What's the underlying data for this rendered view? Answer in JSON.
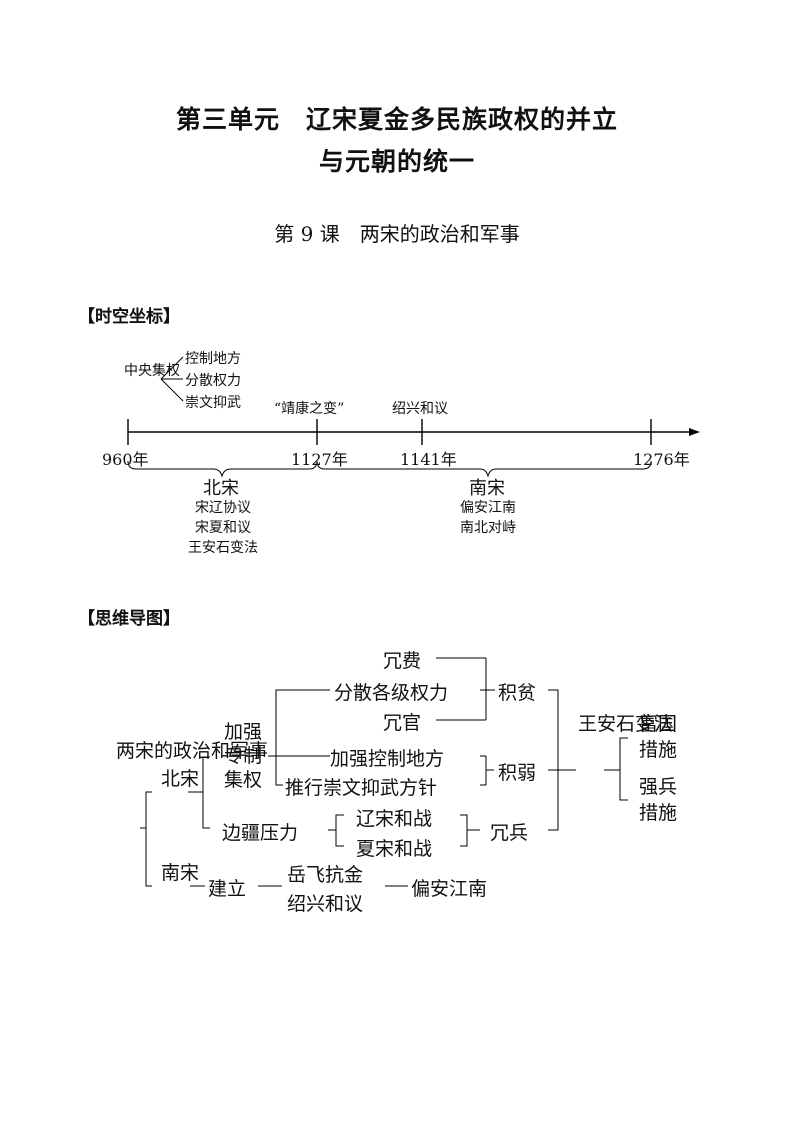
{
  "header": {
    "unit_title_line1": "第三单元　辽宋夏金多民族政权的并立",
    "unit_title_line2": "与元朝的统一",
    "lesson_title": "第 9 课　两宋的政治和军事"
  },
  "timeline_section": {
    "heading": "【时空坐标】",
    "central_label": "中央集权",
    "central_measures": [
      "控制地方",
      "分散权力",
      "崇文抑武"
    ],
    "events": {
      "jingkang": "“靖康之变”",
      "shaoxing": "绍兴和议"
    },
    "years": [
      "960年",
      "1127年",
      "1141年",
      "1276年"
    ],
    "eras": {
      "north_song": {
        "name": "北宋",
        "notes": [
          "宋辽协议",
          "宋夏和议",
          "王安石变法"
        ]
      },
      "south_song": {
        "name": "南宋",
        "notes": [
          "偏安江南",
          "南北对峙"
        ]
      }
    }
  },
  "mindmap_section": {
    "heading": "【思维导图】",
    "root": "两宋的政治和军事",
    "north_song": "北宋",
    "south_song": "南宋",
    "strengthen_centralization": "加强专制集权",
    "divide_power": "分散各级权力",
    "redundant_expense": "冗费",
    "redundant_official": "冗官",
    "strengthen_local": "加强控制地方",
    "wen_over_wu": "推行崇文抑武方针",
    "border_pressure": "边疆压力",
    "liao_song": "辽宋和战",
    "xia_song": "夏宋和战",
    "poverty": "积贫",
    "weakness": "积弱",
    "redundant_soldier": "冗兵",
    "reform": "王安石变法",
    "enrich_country": "富国措施",
    "strengthen_army": "强兵措施",
    "establish": "建立",
    "yuefei": "岳飞抗金",
    "shaoxing_peace": "绍兴和议",
    "settle_south": "偏安江南"
  }
}
